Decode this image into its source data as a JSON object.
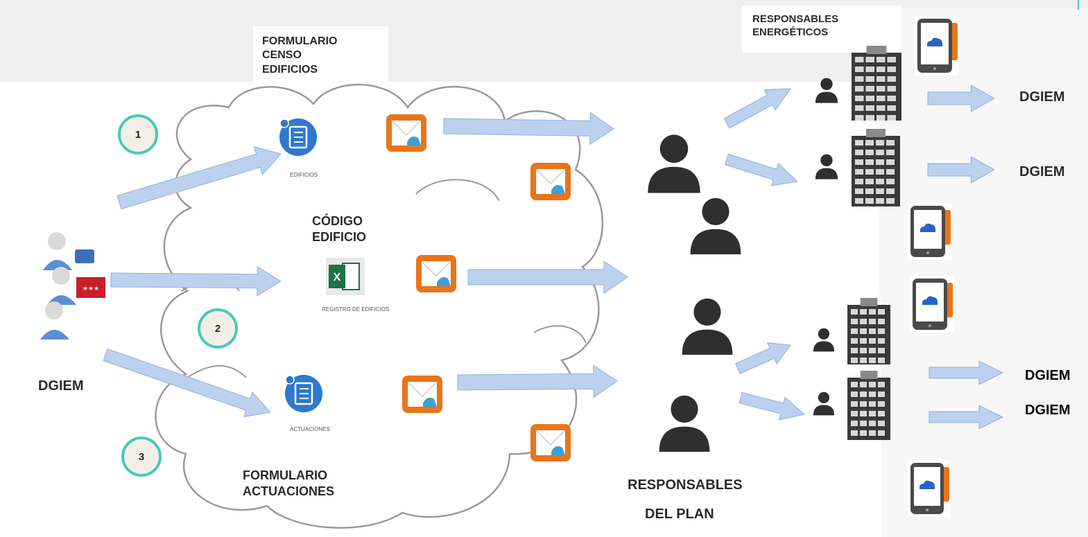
{
  "diagram": {
    "steps": [
      "1",
      "2",
      "3"
    ],
    "forms": {
      "census_title": "FORMULARIO\nCENSO\nEDIFICIOS",
      "census_caption": "EDIFICIOS",
      "code_title": "CÓDIGO\nEDIFICIO",
      "registry_caption": "REGISTRO DE EDIFICIOS",
      "actions_caption": "ACTUACIONES",
      "actions_title": "FORMULARIO\nACTUACIONES"
    },
    "actors": {
      "origin": "DGIEM",
      "plan_responsibles": "RESPONSABLES",
      "plan_responsibles_2": "DEL PLAN",
      "energy_responsibles": "RESPONSABLES\nENERGÉTICOS",
      "destinations": [
        "DGIEM",
        "DGIEM",
        "DGIEM",
        "DGIEM"
      ]
    },
    "colors": {
      "arrow_fill": "#bcd1ee",
      "cloud_stroke": "#9a9a9a",
      "step_ring": "#4ac8b8",
      "form_icon": "#2e78cf",
      "mail_icon": "#e8751a",
      "person": "#2f2f2f",
      "excel": "#1f7244",
      "onedrive": "#2a63c8"
    },
    "icons": [
      "form-icon",
      "mail-icon",
      "excel-icon",
      "person-icon",
      "building-icon",
      "tablet-onedrive-icon",
      "admin-users-icon"
    ]
  }
}
